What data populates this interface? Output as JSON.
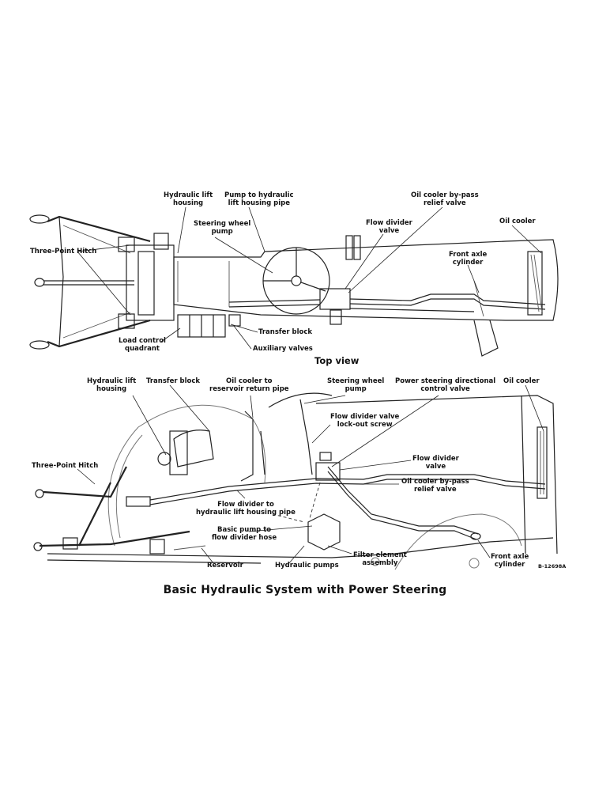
{
  "title": "Basic Hydraulic System with Power Steering",
  "code": "B-12698A",
  "views": {
    "top": "Top view"
  },
  "top_labels": {
    "hydraulic_lift_housing": [
      "Hydraulic lift",
      "housing"
    ],
    "pump_to_lift_pipe": [
      "Pump to hydraulic",
      "lift housing pipe"
    ],
    "oil_cooler_bypass": [
      "Oil cooler by-pass",
      "relief valve"
    ],
    "steering_wheel_pump": [
      "Steering wheel",
      "pump"
    ],
    "flow_divider_valve": [
      "Flow divider",
      "valve"
    ],
    "oil_cooler": [
      "Oil cooler"
    ],
    "three_point_hitch": [
      "Three-Point Hitch"
    ],
    "front_axle_cylinder": [
      "Front axle",
      "cylinder"
    ],
    "transfer_block": [
      "Transfer block"
    ],
    "load_control_quadrant": [
      "Load control",
      "quadrant"
    ],
    "auxiliary_valves": [
      "Auxiliary valves"
    ]
  },
  "side_labels": {
    "hydraulic_lift_housing": [
      "Hydraulic lift",
      "housing"
    ],
    "transfer_block": [
      "Transfer block"
    ],
    "oil_cooler_return": [
      "Oil cooler to",
      "reservoir return pipe"
    ],
    "steering_wheel_pump": [
      "Steering wheel",
      "pump"
    ],
    "power_steering_valve": [
      "Power steering directional",
      "control valve"
    ],
    "oil_cooler": [
      "Oil cooler"
    ],
    "flow_divider_lockout": [
      "Flow divider valve",
      "lock-out screw"
    ],
    "three_point_hitch": [
      "Three-Point Hitch"
    ],
    "flow_divider_valve": [
      "Flow divider",
      "valve"
    ],
    "oil_cooler_bypass": [
      "Oil cooler by-pass",
      "relief valve"
    ],
    "flow_divider_to_lift": [
      "Flow divider to",
      "hydraulic lift housing pipe"
    ],
    "basic_pump_hose": [
      "Basic pump to",
      "flow divider hose"
    ],
    "filter_element": [
      "Filter element",
      "assembly"
    ],
    "reservoir": [
      "Reservoir"
    ],
    "hydraulic_pumps": [
      "Hydraulic pumps"
    ],
    "front_axle_cylinder": [
      "Front axle",
      "cylinder"
    ]
  }
}
